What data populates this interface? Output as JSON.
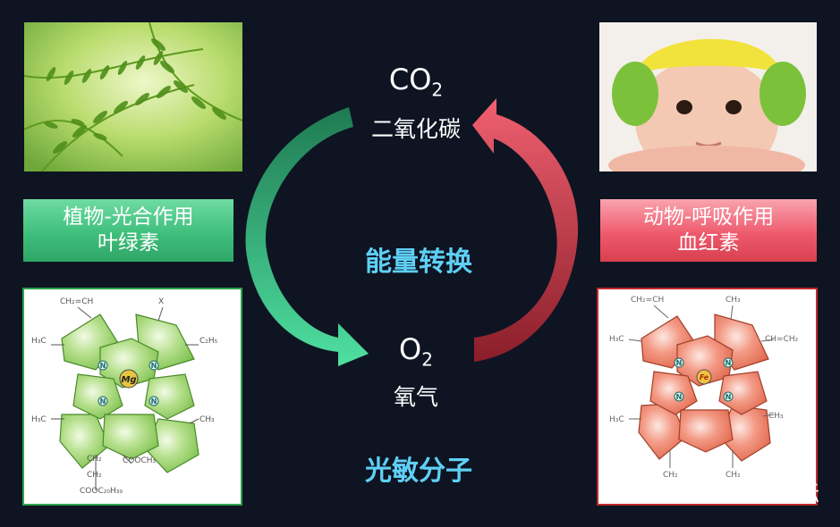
{
  "plant": {
    "label_line1": "植物-光合作用",
    "label_line2": "叶绿素",
    "diagram": {
      "top_group": "CH₂=CH",
      "top_right": "X",
      "left_top": "H₃C",
      "right_top": "C₂H₅",
      "left_bottom": "H₃C",
      "right_bottom": "CH₃",
      "center_metal": "Mg",
      "nitrogen": "N",
      "chain1": "CH₂",
      "chain2": "CH₂",
      "chain3": "COOC₂₀H₃₉",
      "ester": "COOCH₃"
    }
  },
  "animal": {
    "label_line1": "动物-呼吸作用",
    "label_line2": "血红素",
    "diagram": {
      "top_left": "CH₂=CH",
      "top_right": "CH₃",
      "left_top": "H₃C",
      "right_top": "CH=CH₂",
      "left_bottom": "H₃C",
      "right_bottom": "CH₃",
      "center_metal": "Fe",
      "nitrogen": "N",
      "chain_left": "CH₂",
      "chain_right": "CH₂"
    }
  },
  "cycle": {
    "co2_formula_main": "CO",
    "co2_formula_sub": "2",
    "co2_name": "二氧化碳",
    "o2_formula_main": "O",
    "o2_formula_sub": "2",
    "o2_name": "氧气",
    "energy": "能量转换",
    "molecule": "光敏分子"
  },
  "watermark": "格致论道讲坛",
  "colors": {
    "background": "#0e1422",
    "green_accent": "#3fbf7c",
    "red_accent": "#e84a60",
    "highlight_blue": "#5fd0f5"
  }
}
